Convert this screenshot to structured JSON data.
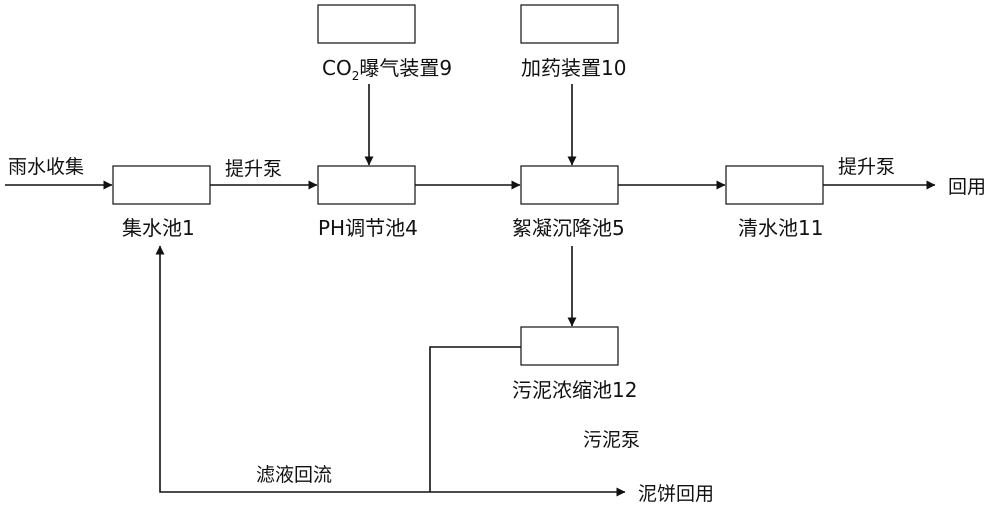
{
  "diagram": {
    "input_label": "雨水收集",
    "pump1_label": "提升泵",
    "pump2_label": "提升泵",
    "output_label": "回用",
    "co2_device": {
      "prefix": "CO",
      "subscript": "2",
      "suffix": "曝气装置9"
    },
    "dosing_device": "加药装置10",
    "collection_tank": "集水池1",
    "ph_tank": "PH调节池4",
    "floc_tank": "絮凝沉降池5",
    "clear_tank": "清水池11",
    "sludge_tank": "污泥浓缩池12",
    "sludge_pump": "污泥泵",
    "filtrate_return": "滤液回流",
    "cake_reuse": "泥饼回用"
  }
}
